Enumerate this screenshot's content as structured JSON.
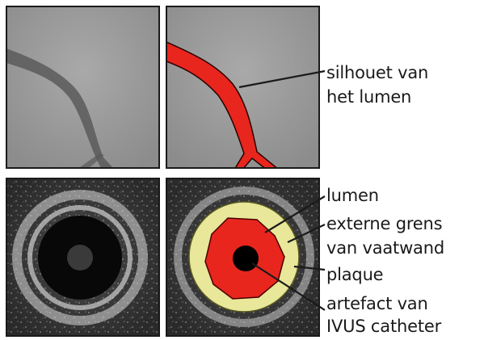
{
  "angiography": {
    "label_line1": "silhouet van",
    "label_line2": "het lumen"
  },
  "ivus": {
    "labels": {
      "lumen": "lumen",
      "external_line1": "externe grens",
      "external_line2": "van vaatwand",
      "plaque": "plaque",
      "artefact_line1": "artefact van",
      "artefact_line2": "IVUS catheter"
    }
  },
  "colors": {
    "lumen_overlay": "#e8261e",
    "external_boundary_overlay": "#e8e79a",
    "label_leader": "#1a1a1a",
    "panel_border": "#1a1a1a"
  }
}
